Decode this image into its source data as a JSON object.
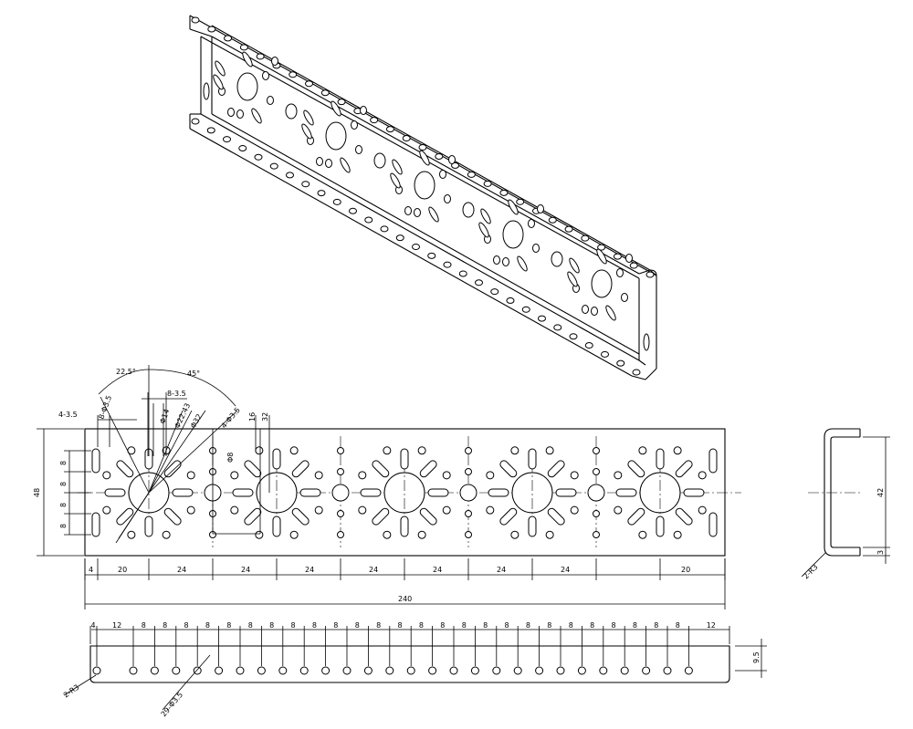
{
  "drawing": {
    "top_view": {
      "top_labels": [
        "22.5°",
        "45°",
        "8-3.5",
        "4-3.5",
        "8-Φ3.5",
        "Φ14",
        "Φ22.43",
        "Φ32",
        "4-Φ3.5",
        "16",
        "32",
        "Φ8"
      ],
      "left_dims": [
        "8",
        "8",
        "8",
        "8"
      ],
      "height_label": "48",
      "bottom_chain": [
        "4",
        "20",
        "24",
        "24",
        "24",
        "24",
        "24",
        "24",
        "24",
        "20"
      ],
      "overall_length": "240"
    },
    "side_view": {
      "height_label": "42",
      "flange_label": "3",
      "radius_label": "2-R3"
    },
    "flange_view": {
      "pitch_chain": [
        "4",
        "12",
        "8",
        "8",
        "8",
        "8",
        "8",
        "8",
        "8",
        "8",
        "8",
        "8",
        "8",
        "8",
        "8",
        "8",
        "8",
        "8",
        "8",
        "8",
        "8",
        "8",
        "8",
        "8",
        "8",
        "8",
        "8",
        "8",
        "12"
      ],
      "height_label": "9.5",
      "radius_label": "2-R3",
      "holes_label": "29-Φ3.5"
    }
  }
}
